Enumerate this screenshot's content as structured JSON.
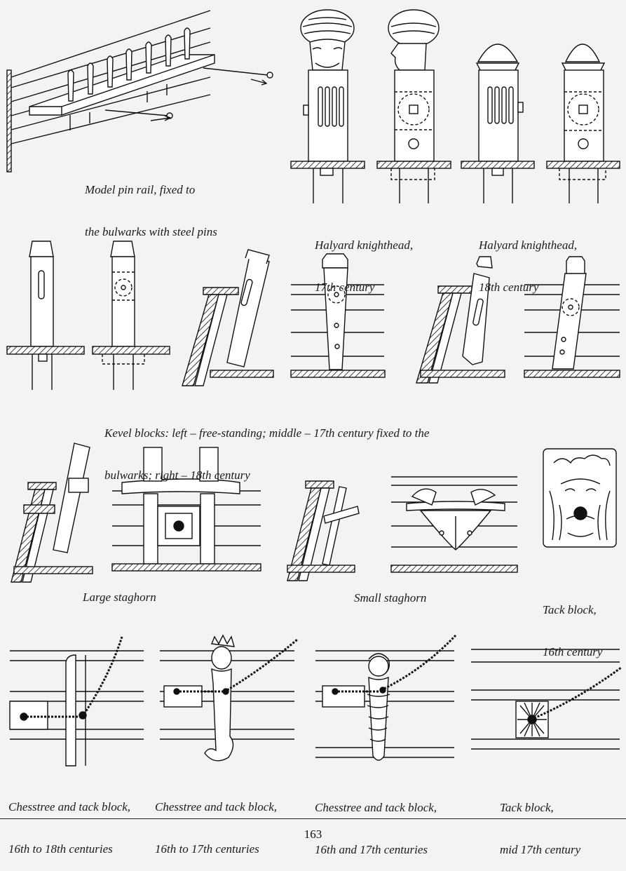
{
  "captions": {
    "pin_rail": [
      "Model pin rail, fixed to",
      "the bulwarks with steel pins"
    ],
    "knighthead_17": [
      "Halyard knighthead,",
      "17th century"
    ],
    "knighthead_18": [
      "Halyard knighthead,",
      "18th century"
    ],
    "kevel_blocks": [
      "Kevel blocks: left – free-standing; middle – 17th century fixed to the",
      "bulwarks; right – 18th century"
    ],
    "large_staghorn": "Large staghorn",
    "small_staghorn": "Small staghorn",
    "tack_block_16": [
      "Tack block,",
      "16th century"
    ],
    "chesstree_1": [
      "Chesstree and tack block,",
      "16th to 18th centuries"
    ],
    "chesstree_2": [
      "Chesstree and tack block,",
      "16th to 17th centuries"
    ],
    "chesstree_3": [
      "Chesstree and tack block,",
      "16th and 17th centuries"
    ],
    "tack_block_mid17": [
      "Tack block,",
      "mid 17th century"
    ]
  },
  "page_number": "163"
}
